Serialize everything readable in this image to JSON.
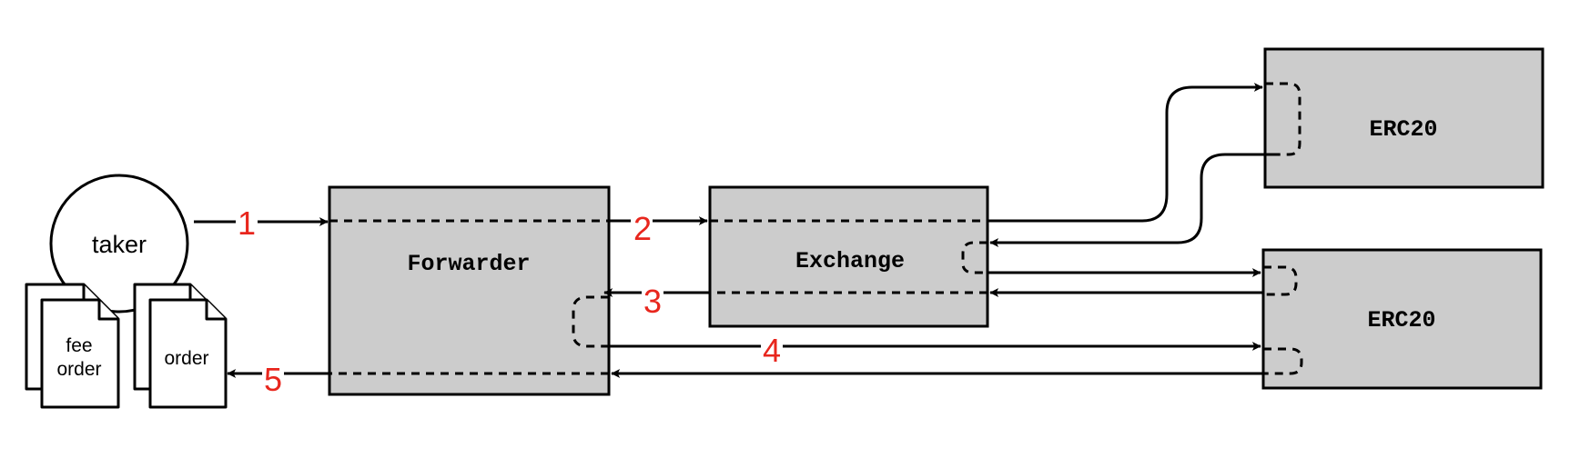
{
  "nodes": {
    "taker": "taker",
    "fee_order": [
      "fee",
      "order"
    ],
    "order": "order",
    "forwarder": "Forwarder",
    "exchange": "Exchange",
    "erc20_top": "ERC20",
    "erc20_bottom": "ERC20"
  },
  "steps": [
    "1",
    "2",
    "3",
    "4",
    "5"
  ],
  "colors": {
    "box_fill": "#cccccc",
    "step_label": "#e8261d",
    "stroke": "#000000"
  }
}
